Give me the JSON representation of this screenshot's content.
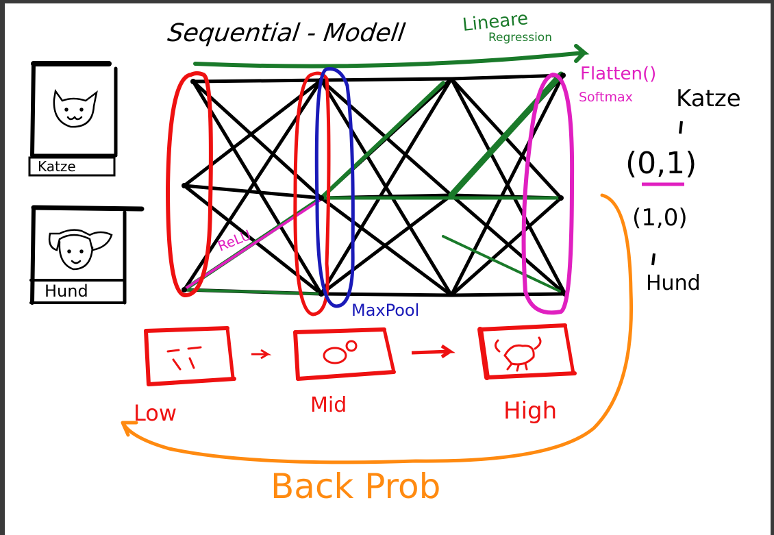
{
  "title": {
    "text": "Sequential - Modell"
  },
  "linear_regression": {
    "line1": "Lineare",
    "line2": "Regression"
  },
  "outputs": {
    "flatten": "Flatten()",
    "softmax": "Softmax",
    "katze": "Katze",
    "vector_katze": "(0,1)",
    "vector_hund": "(1,0)",
    "hund": "Hund"
  },
  "inputs": {
    "katze_label": "Katze",
    "hund_label": "Hund"
  },
  "layers": {
    "relu": "ReLU",
    "maxpool": "MaxPool"
  },
  "features": {
    "low": "Low",
    "mid": "Mid",
    "high": "High"
  },
  "backprop": {
    "text": "Back Prob"
  },
  "colors": {
    "black": "#000000",
    "red": "#ee1111",
    "green": "#1a7a2a",
    "blue": "#1a1ab8",
    "magenta": "#e020c0",
    "orange": "#ff8a10"
  }
}
